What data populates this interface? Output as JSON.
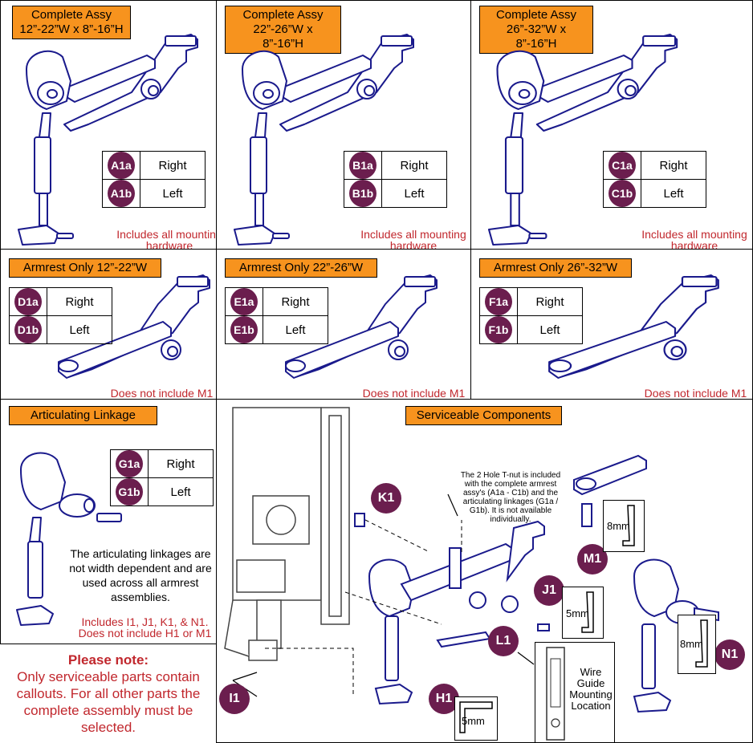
{
  "panels": {
    "complete_a": {
      "title_line1": "Complete Assy",
      "title_line2": "12”-22”W x 8”-16”H",
      "rows": [
        {
          "code": "A1a",
          "side": "Right"
        },
        {
          "code": "A1b",
          "side": "Left"
        }
      ],
      "note_line1": "Includes all mounting",
      "note_line2": "hardware"
    },
    "complete_b": {
      "title_line1": "Complete Assy",
      "title_line2": "22”-26”W x 8”-16”H",
      "rows": [
        {
          "code": "B1a",
          "side": "Right"
        },
        {
          "code": "B1b",
          "side": "Left"
        }
      ],
      "note_line1": "Includes all mounting",
      "note_line2": "hardware"
    },
    "complete_c": {
      "title_line1": "Complete Assy",
      "title_line2": "26”-32”W x 8”-16”H",
      "rows": [
        {
          "code": "C1a",
          "side": "Right"
        },
        {
          "code": "C1b",
          "side": "Left"
        }
      ],
      "note_line1": "Includes all mounting",
      "note_line2": "hardware"
    },
    "armrest_d": {
      "title": "Armrest Only 12”-22”W",
      "rows": [
        {
          "code": "D1a",
          "side": "Right"
        },
        {
          "code": "D1b",
          "side": "Left"
        }
      ],
      "note": "Does not include M1"
    },
    "armrest_e": {
      "title": "Armrest Only 22”-26”W",
      "rows": [
        {
          "code": "E1a",
          "side": "Right"
        },
        {
          "code": "E1b",
          "side": "Left"
        }
      ],
      "note": "Does not include M1"
    },
    "armrest_f": {
      "title": "Armrest Only 26”-32”W",
      "rows": [
        {
          "code": "F1a",
          "side": "Right"
        },
        {
          "code": "F1b",
          "side": "Left"
        }
      ],
      "note": "Does not include M1"
    },
    "linkage": {
      "title": "Articulating Linkage",
      "rows": [
        {
          "code": "G1a",
          "side": "Right"
        },
        {
          "code": "G1b",
          "side": "Left"
        }
      ],
      "desc_line1": "The articulating linkages are",
      "desc_line2": "not width dependent and are",
      "desc_line3": "used across all armrest",
      "desc_line4": "assemblies.",
      "note_line1": "Includes I1, J1, K1, & N1.",
      "note_line2": "Does not include H1 or M1"
    },
    "serviceable": {
      "title": "Serviceable Components",
      "tnut_line1": "The 2 Hole T-nut is included",
      "tnut_line2": "with the complete armrest",
      "tnut_line3": "assy's (A1a - C1b) and the",
      "tnut_line4": "articulating linkages (G1a /",
      "tnut_line5": "G1b). It is not available",
      "tnut_line6": "individually.",
      "callouts": {
        "k1": "K1",
        "m1": "M1",
        "j1": "J1",
        "l1": "L1",
        "n1": "N1",
        "i1": "I1",
        "h1": "H1"
      },
      "wrench_m1": "8mm",
      "wrench_j1": "5mm",
      "wrench_n1": "8mm",
      "wrench_h1": "5mm",
      "wire_line1": "Wire",
      "wire_line2": "Guide",
      "wire_line3": "Mounting",
      "wire_line4": "Location"
    }
  },
  "please_note": {
    "heading": "Please note:",
    "line1": "Only serviceable parts contain",
    "line2": "callouts. For all other parts the",
    "line3": "complete assembly must be",
    "line4": "selected."
  },
  "colors": {
    "title_bg": "#f7931e",
    "badge": "#6b1e4e",
    "note_red": "#c1272d",
    "part_stroke": "#1a1a8c"
  }
}
